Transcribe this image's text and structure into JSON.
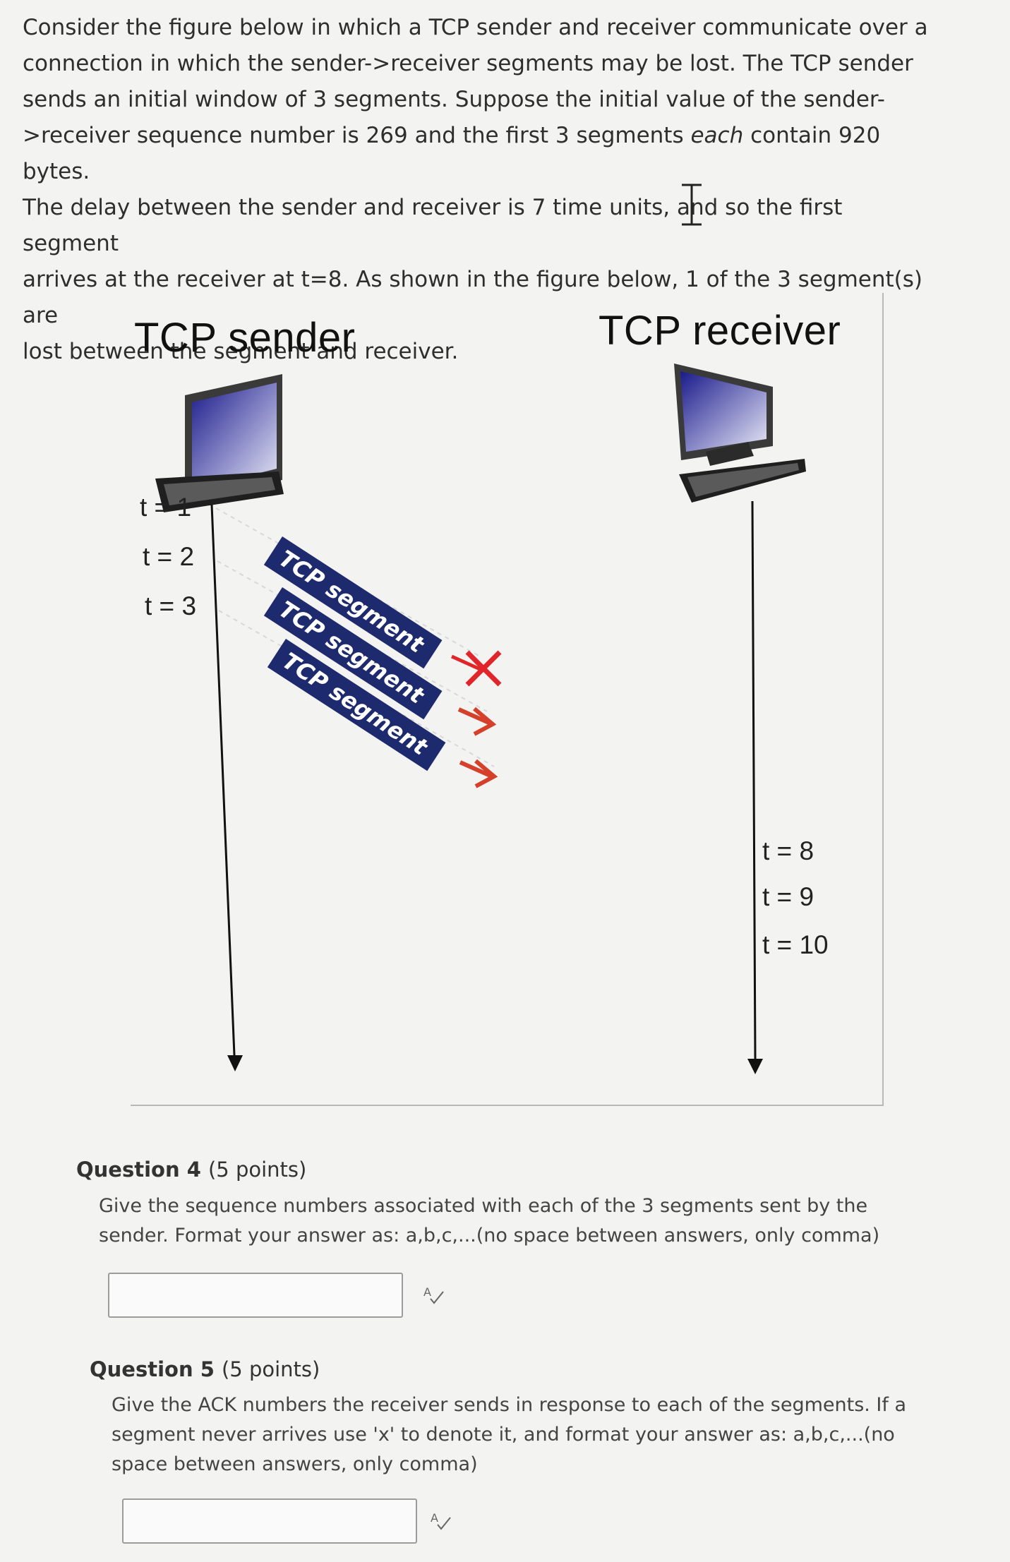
{
  "intro": {
    "lines": [
      "Consider the figure below in which a TCP sender and receiver communicate over a",
      "connection in which the sender->receiver segments may be lost. The TCP sender",
      "sends an initial window of 3 segments. Suppose the initial value of the sender-",
      ">receiver sequence number is 269 and the first 3 segments ",
      "The delay between the sender and receiver is 7 time units, and so the first segment",
      "arrives at the receiver at t=8. As shown in the figure below, 1 of the 3 segment(s) are",
      "lost between the segment and receiver."
    ],
    "line4_italic": "each",
    "line4_tail": " contain 920 bytes."
  },
  "figure": {
    "sender_title": "TCP sender",
    "receiver_title": "TCP receiver",
    "sender_ticks": [
      "t = 1",
      "t = 2",
      "t = 3"
    ],
    "receiver_ticks": [
      "t = 8",
      "t = 9",
      "t = 10"
    ],
    "segment_label": "TCP segment",
    "colors": {
      "segment_box": "#1e2a6e",
      "arrow": "#d4402a",
      "lost_marker": "#e0262a"
    }
  },
  "question4": {
    "title": "Question 4",
    "points": "(5 points)",
    "text": "Give the sequence numbers associated with each of the 3 segments sent by the sender. Format your answer as: a,b,c,...(no space between answers, only comma)",
    "answer_value": ""
  },
  "question5": {
    "title": "Question 5",
    "points": "(5 points)",
    "text": "Give the ACK numbers the receiver sends in response to each of the segments. If a segment never arrives use 'x' to denote it, and format your answer as: a,b,c,...(no space between answers, only comma)",
    "answer_value": ""
  }
}
